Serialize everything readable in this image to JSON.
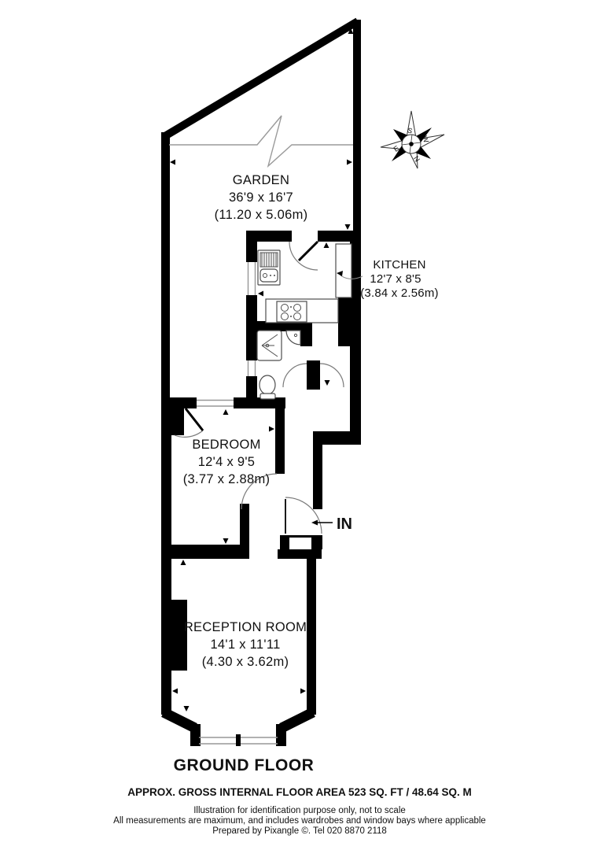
{
  "rooms": {
    "garden": {
      "name": "GARDEN",
      "size_imperial": "36'9 x 16'7",
      "size_metric": "(11.20 x 5.06m)"
    },
    "kitchen": {
      "name": "KITCHEN",
      "size_imperial": "12'7 x 8'5",
      "size_metric": "(3.84 x 2.56m)"
    },
    "bedroom": {
      "name": "BEDROOM",
      "size_imperial": "12'4 x 9'5",
      "size_metric": "(3.77 x 2.88m)"
    },
    "reception": {
      "name": "RECEPTION ROOM",
      "size_imperial": "14'1 x 11'11",
      "size_metric": "(4.30 x 3.62m)"
    }
  },
  "entrance": {
    "label": "IN"
  },
  "floor": {
    "label": "GROUND FLOOR"
  },
  "footer": {
    "area": "APPROX. GROSS INTERNAL FLOOR AREA 523 SQ. FT / 48.64 SQ. M",
    "line1": "Illustration for identification purpose only, not to scale",
    "line2": "All measurements are maximum, and includes wardrobes and window bays where applicable",
    "line3": "Prepared by Pixangle ©. Tel 020 8870 2118"
  },
  "compass": {
    "north": "N",
    "south": "S",
    "east": "E",
    "west": "W"
  },
  "colors": {
    "wall": "#000000",
    "fixture": "#4d4d4d",
    "window_line": "#979797",
    "text": "#111111"
  }
}
